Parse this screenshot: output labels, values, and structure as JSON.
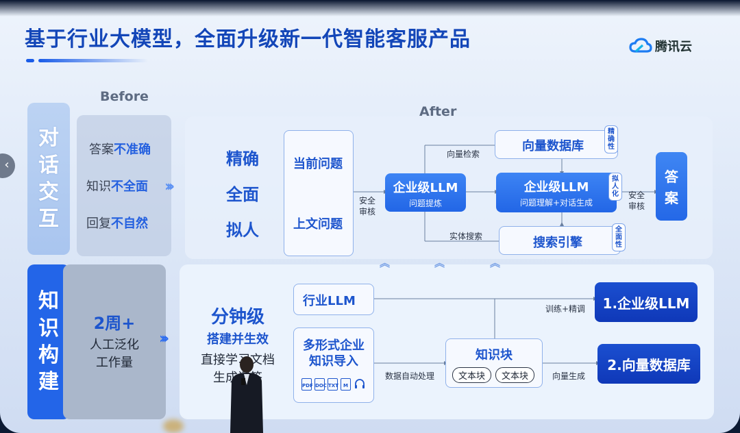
{
  "title": "基于行业大模型，全面升级新一代智能客服产品",
  "logo": {
    "text": "腾讯云",
    "icon": "tencent-cloud-icon"
  },
  "headers": {
    "before": "Before",
    "after": "After"
  },
  "categories": {
    "dialog": [
      "对",
      "话",
      "交",
      "互"
    ],
    "knowledge": [
      "知",
      "识",
      "构",
      "建"
    ]
  },
  "before_dialog": [
    {
      "prefix": "答案",
      "emph": "不准确"
    },
    {
      "prefix": "知识",
      "emph": "不全面"
    },
    {
      "prefix": "回复",
      "emph": "不自然"
    }
  ],
  "before_knowledge": {
    "time": "2周+",
    "line1": "人工泛化",
    "line2": "工作量"
  },
  "after_dialog": {
    "qualities": [
      "精确",
      "全面",
      "拟人"
    ],
    "questions": {
      "current": "当前问题",
      "context": "上文问题"
    },
    "safety_left": [
      "安全",
      "审核"
    ],
    "llm1": {
      "title": "企业级LLM",
      "sub": "问题提炼"
    },
    "vector_search": "向量检索",
    "entity_search": "实体搜索",
    "vector_db": {
      "title": "向量数据库",
      "tag": [
        "精",
        "确",
        "性"
      ]
    },
    "llm2": {
      "title": "企业级LLM",
      "sub": "问题理解+对话生成",
      "tag": [
        "拟",
        "人",
        "化"
      ]
    },
    "search_engine": {
      "title": "搜索引擎",
      "tag": [
        "全",
        "面",
        "性"
      ]
    },
    "safety_right": [
      "安全",
      "审核"
    ],
    "answer": [
      "答",
      "案"
    ]
  },
  "after_knowledge": {
    "headline": "分钟级",
    "sub": "搭建并生效",
    "line1": "直接学习文档",
    "line2": "生成问答",
    "industry_llm": "行业LLM",
    "multi_import": [
      "多形式企业",
      "知识导入"
    ],
    "file_icons": [
      "PDF",
      "DOC",
      "TXT",
      "M",
      "headset"
    ],
    "auto_process": "数据自动处理",
    "chunk": {
      "title": "知识块",
      "pills": [
        "文本块",
        "文本块"
      ]
    },
    "train": "训练+精调",
    "vector_gen": "向量生成",
    "out1": "1.企业级LLM",
    "out2": "2.向量数据库"
  },
  "colors": {
    "accent": "#1d55cd",
    "dark_accent": "#0f38b8",
    "title": "#1346b8"
  }
}
